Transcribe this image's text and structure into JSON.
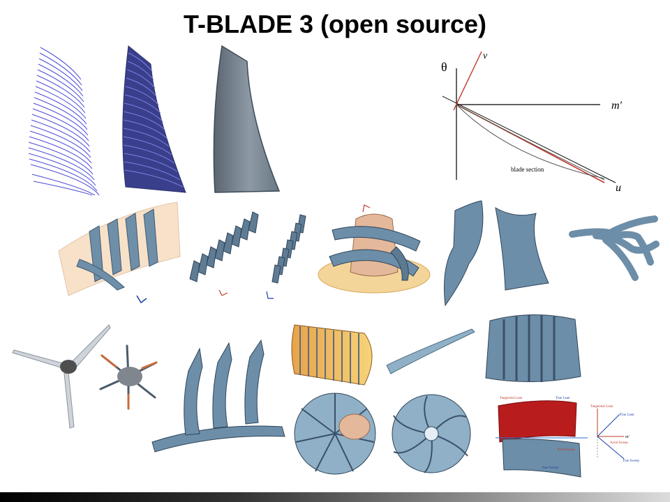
{
  "slide": {
    "title": "T-BLADE 3  (open source)"
  },
  "diagram": {
    "theta_label": "θ",
    "v_label": "v",
    "mprime_label": "m′",
    "u_label": "u",
    "section_label": "blade section"
  },
  "lean_diagram": {
    "tangential_lean_label": "Tangential Lean",
    "true_lean_label": "True Lean",
    "axial_sweep_label": "Axial Sweep",
    "true_sweep_label": "True Sweep",
    "tangential_lean_label2": "Tangential Lean",
    "true_lean_label2": "True Lean",
    "mprime_label": "m′",
    "axial_sweep_label2": "Axial Sweep",
    "true_sweep_label2": "True Sweep"
  },
  "colors": {
    "blade_steel": "#7fa3bd",
    "blade_dark": "#4d6f88",
    "wire_blue": "#4a4ad8",
    "surface_grey": "#7b8a99",
    "hub_orange": "#e8a87c",
    "red_axis": "#c0392b"
  }
}
